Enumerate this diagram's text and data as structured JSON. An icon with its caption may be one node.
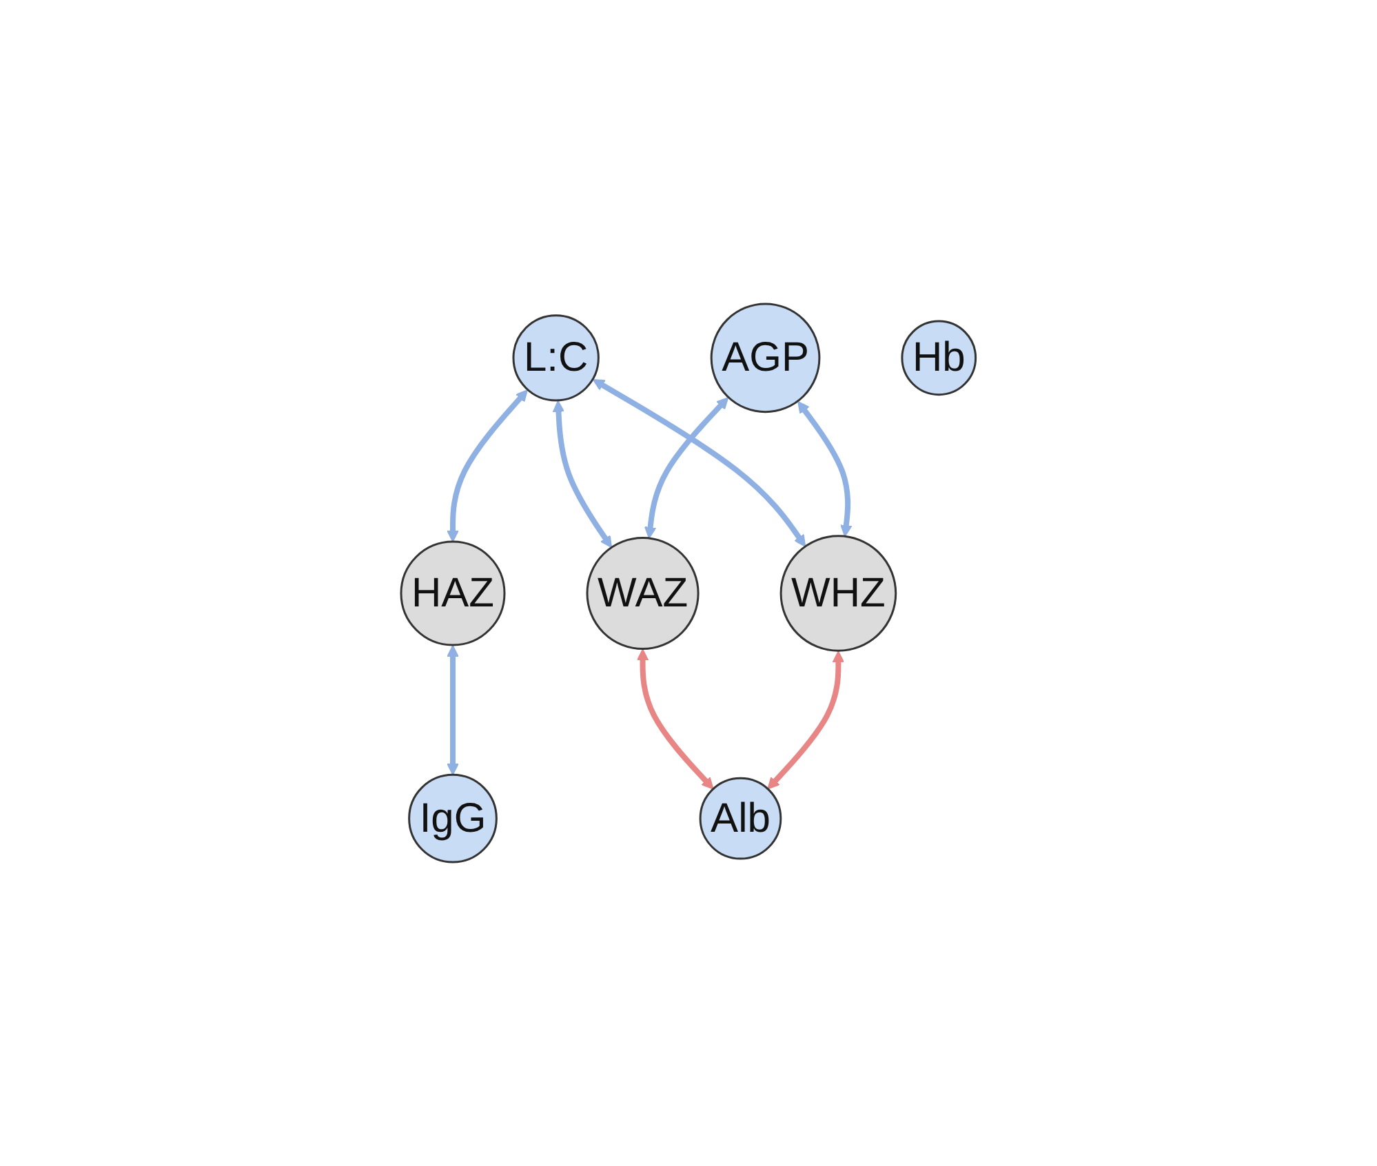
{
  "diagram": {
    "nodes": [
      {
        "text": [
          "L:C"
        ]
      },
      {
        "text": [
          "AGP"
        ]
      },
      {
        "text": [
          "HAZ"
        ]
      },
      {
        "text": [
          "WAZ"
        ]
      },
      {
        "text": [
          "WHZ"
        ]
      },
      {
        "text": [
          "IgG"
        ]
      },
      {
        "text": [
          "Hb"
        ]
      },
      {
        "text": [
          "Alb"
        ]
      }
    ],
    "edges": [
      {
        "from": 0,
        "to": 2,
        "arrow": "both"
      },
      {
        "from": 0,
        "to": 3,
        "arrow": "both"
      },
      {
        "from": 0,
        "to": 4,
        "arrow": "both"
      },
      {
        "from": 1,
        "to": 3,
        "arrow": "both"
      },
      {
        "from": 1,
        "to": 4,
        "arrow": "both"
      },
      {
        "from": 2,
        "to": 5,
        "arrow": "both"
      },
      {
        "from": 3,
        "to": 7,
        "arrow": "both",
        "color": "#e88585"
      },
      {
        "from": 4,
        "to": 7,
        "arrow": "both",
        "color": "#e88585"
      }
    ]
  }
}
